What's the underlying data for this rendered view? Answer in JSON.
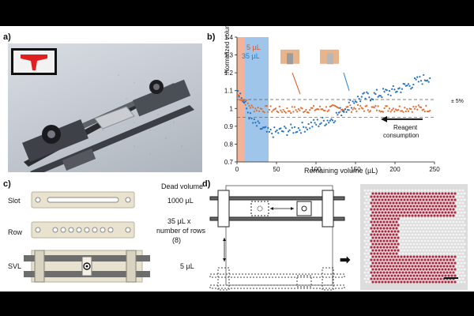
{
  "panels": {
    "a": {
      "label": "a)"
    },
    "b": {
      "label": "b)"
    },
    "c": {
      "label": "c)"
    },
    "d": {
      "label": "d)"
    }
  },
  "chart_data": {
    "type": "scatter",
    "xlabel": "Remaining volume (µL)",
    "ylabel": "Normalized volume",
    "xlim": [
      0,
      250
    ],
    "ylim": [
      0.7,
      1.4
    ],
    "xticks": [
      0,
      50,
      100,
      150,
      200,
      250
    ],
    "yticks": [
      0.7,
      0.8,
      0.9,
      1.0,
      1.1,
      1.2,
      1.3,
      1.4
    ],
    "band_label": "± 5%",
    "band": [
      0.95,
      1.05
    ],
    "region_labels": [
      {
        "text": "5 µL",
        "x_range": [
          0,
          5
        ],
        "color": "#e4501e"
      },
      {
        "text": "35 µL",
        "x_range": [
          5,
          40
        ],
        "color": "#1f7fc9"
      }
    ],
    "arrow_text": [
      "Reagent",
      "consumption"
    ],
    "series": [
      {
        "color": "#e46a2c",
        "trend": [
          [
            0,
            1.08
          ],
          [
            20,
            1.0
          ],
          [
            60,
            0.99
          ],
          [
            120,
            1.0
          ],
          [
            180,
            1.0
          ],
          [
            245,
            1.0
          ]
        ]
      },
      {
        "color": "#1f6fbf",
        "trend": [
          [
            0,
            1.12
          ],
          [
            20,
            0.92
          ],
          [
            40,
            0.86
          ],
          [
            80,
            0.89
          ],
          [
            120,
            0.94
          ],
          [
            150,
            1.05
          ],
          [
            200,
            1.1
          ],
          [
            245,
            1.18
          ]
        ]
      }
    ]
  },
  "panel_c": {
    "header": "Dead volume",
    "rows": [
      {
        "name": "Slot",
        "value": "1000 µL"
      },
      {
        "name": "Row",
        "value_lines": [
          "35 µL x",
          "number of rows",
          "(8)"
        ]
      },
      {
        "name": "SVL",
        "value": "5 µL"
      }
    ]
  },
  "panel_d": {
    "arrow": "➡"
  }
}
